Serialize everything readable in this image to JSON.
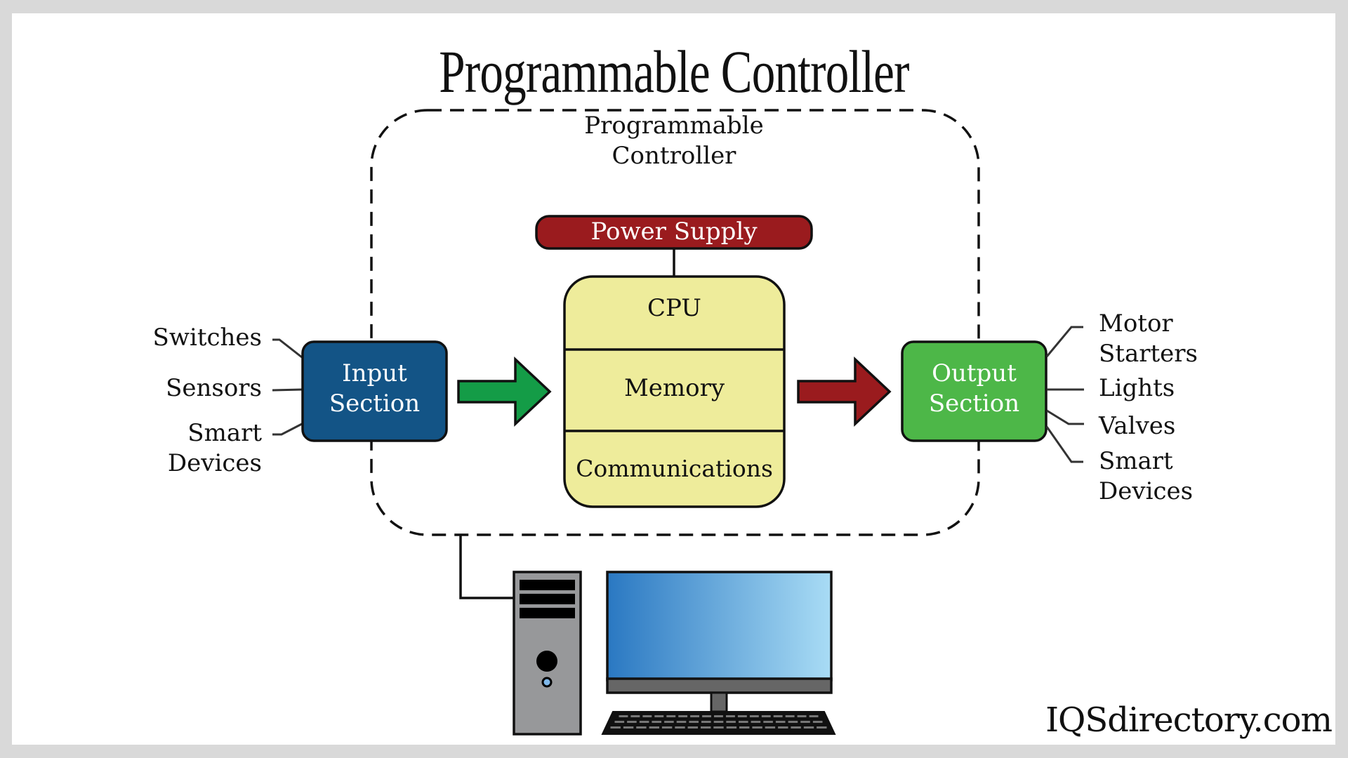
{
  "title": "Programmable Controller",
  "controller_boundary": {
    "label_line1": "Programmable",
    "label_line2": "Controller"
  },
  "power_supply": {
    "label": "Power Supply",
    "color": "#9a1b1e"
  },
  "processor": {
    "color": "#eeec9b",
    "sections": [
      "CPU",
      "Memory",
      "Communications"
    ]
  },
  "input_section": {
    "line1": "Input",
    "line2": "Section",
    "color": "#135486",
    "devices": [
      {
        "line1": "Switches",
        "line2": ""
      },
      {
        "line1": "Sensors",
        "line2": ""
      },
      {
        "line1": "Smart",
        "line2": "Devices"
      }
    ]
  },
  "output_section": {
    "line1": "Output",
    "line2": "Section",
    "color": "#4db748",
    "devices": [
      {
        "line1": "Motor",
        "line2": "Starters"
      },
      {
        "line1": "Lights",
        "line2": ""
      },
      {
        "line1": "Valves",
        "line2": ""
      },
      {
        "line1": "Smart",
        "line2": "Devices"
      }
    ]
  },
  "arrows": {
    "input_to_processor_color": "#149c47",
    "processor_to_output_color": "#9a1b1e"
  },
  "programming_device": {
    "icon": "desktop-computer-icon",
    "tower_color": "#97989a",
    "screen_gradient": [
      "#2a78c2",
      "#a9dcf5"
    ]
  },
  "brand": "IQSdirectory.com"
}
